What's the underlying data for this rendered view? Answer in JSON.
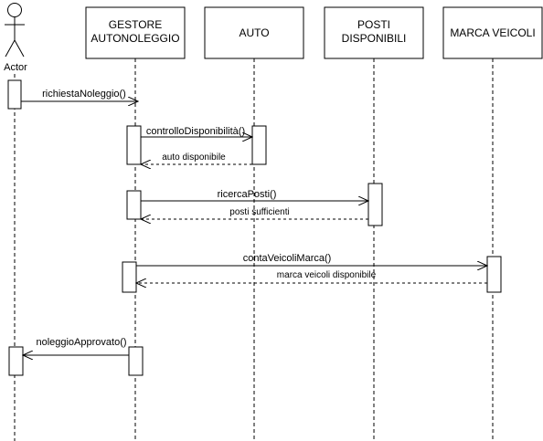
{
  "actor": {
    "label": "Actor"
  },
  "participants": [
    {
      "id": "gestore",
      "lines": [
        "GESTORE",
        "AUTONOLEGGIO"
      ]
    },
    {
      "id": "auto",
      "lines": [
        "AUTO"
      ]
    },
    {
      "id": "posti",
      "lines": [
        "POSTI",
        "DISPONIBILI"
      ]
    },
    {
      "id": "marca",
      "lines": [
        "MARCA VEICOLI"
      ]
    }
  ],
  "messages": [
    {
      "id": "m1",
      "label": "richiestaNoleggio()"
    },
    {
      "id": "m2",
      "label": "controlloDisponibilità()"
    },
    {
      "id": "m3",
      "label": "auto disponibile"
    },
    {
      "id": "m4",
      "label": "ricercaPosti()"
    },
    {
      "id": "m5",
      "label": "posti sufficienti"
    },
    {
      "id": "m6",
      "label": "contaVeicoliMarca()"
    },
    {
      "id": "m7",
      "label": "marca veicoli disponibile"
    },
    {
      "id": "m8",
      "label": "noleggioApprovato()"
    }
  ]
}
